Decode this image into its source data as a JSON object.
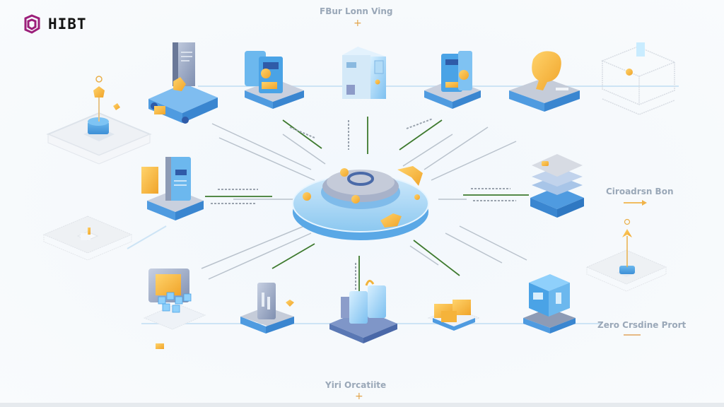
{
  "brand": {
    "name": "HIBT",
    "logo_icon": "hexagon-cube-logo-icon",
    "logo_color": "#9c1f7a"
  },
  "diagram": {
    "title_top": "FBur Lonn Ving",
    "label_right": "Ciroadrsn Bon",
    "label_bottom_right": "Zero Crsdine Prort",
    "label_bottom": "Yiri Orcatiite",
    "hub": {
      "name": "central-blockchain-hub",
      "icon": "ring-platform-icon"
    },
    "nodes": [
      {
        "id": "top-left-flag",
        "icon": "flag-pedestal-icon"
      },
      {
        "id": "top-document-cart",
        "icon": "document-cart-icon"
      },
      {
        "id": "top-wallet",
        "icon": "wallet-card-icon"
      },
      {
        "id": "top-server-tower",
        "icon": "server-tower-icon"
      },
      {
        "id": "top-atm",
        "icon": "atm-card-icon"
      },
      {
        "id": "top-gold-fist",
        "icon": "gold-trophy-icon"
      },
      {
        "id": "top-right-wireframe",
        "icon": "wireframe-box-icon"
      },
      {
        "id": "mid-left-document",
        "icon": "document-folder-icon"
      },
      {
        "id": "mid-left-wireframe",
        "icon": "wireframe-platform-icon"
      },
      {
        "id": "mid-right-stack",
        "icon": "layer-stack-icon"
      },
      {
        "id": "mid-right-arrow",
        "icon": "upload-arrow-icon"
      },
      {
        "id": "bottom-monitor",
        "icon": "monitor-blocks-icon"
      },
      {
        "id": "bottom-door",
        "icon": "vault-door-icon"
      },
      {
        "id": "bottom-blocks",
        "icon": "ice-blocks-icon"
      },
      {
        "id": "bottom-gold-bars",
        "icon": "gold-bars-icon"
      },
      {
        "id": "bottom-cube",
        "icon": "ai-cube-icon"
      }
    ],
    "colors": {
      "accent_blue": "#5aaee8",
      "light_blue": "#a9d6f5",
      "gold": "#f2b43c",
      "connector_green": "#3e7a2e",
      "slate": "#8d9bb5",
      "label_gray": "#9aa8b8"
    }
  }
}
